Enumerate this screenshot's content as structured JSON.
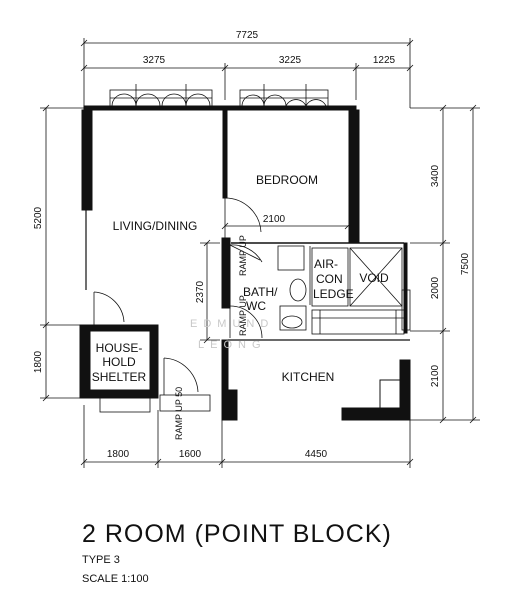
{
  "dimensions": {
    "top_total": "7725",
    "top_left": "3275",
    "top_mid": "3225",
    "top_right": "1225",
    "left_upper": "5200",
    "left_lower": "1800",
    "right_bedroom": "3400",
    "right_void": "2000",
    "right_kitchen": "2100",
    "right_total": "7500",
    "bottom_left": "1800",
    "bottom_mid": "1600",
    "bottom_right": "4450",
    "corridor": "2100",
    "bath_height": "2370"
  },
  "rooms": {
    "bedroom": "BEDROOM",
    "living": "LIVING/DINING",
    "bath_line1": "BATH/",
    "bath_line2": "WC",
    "aircon_line1": "AIR-",
    "aircon_line2": "CON",
    "aircon_line3": "LEDGE",
    "void": "VOID",
    "shelter_line1": "HOUSE-",
    "shelter_line2": "HOLD",
    "shelter_line3": "SHELTER",
    "kitchen": "KITCHEN"
  },
  "ramps": {
    "bath_top": "RAMP UP",
    "bath_side": "RAMP UP",
    "entrance": "RAMP UP 50"
  },
  "watermark": {
    "line1": "EDMUND",
    "line2": "LEONG"
  },
  "caption": {
    "title": "2 ROOM (POINT BLOCK)",
    "type": "TYPE 3",
    "scale": "SCALE   1:100"
  }
}
